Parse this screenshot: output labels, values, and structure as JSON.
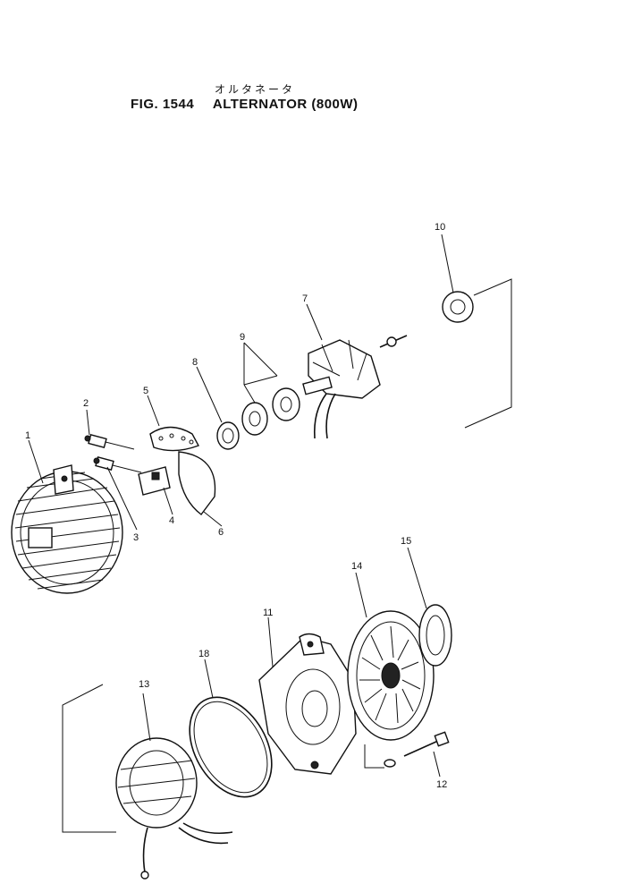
{
  "title": {
    "japanese": "オルタネータ",
    "figure": "FIG. 1544",
    "name": "ALTERNATOR (800W)"
  },
  "callouts": [
    "1",
    "2",
    "3",
    "4",
    "5",
    "6",
    "7",
    "8",
    "9",
    "10",
    "11",
    "12",
    "13",
    "14",
    "15",
    "18"
  ],
  "colors": {
    "ink": "#111111",
    "paper": "#ffffff"
  }
}
